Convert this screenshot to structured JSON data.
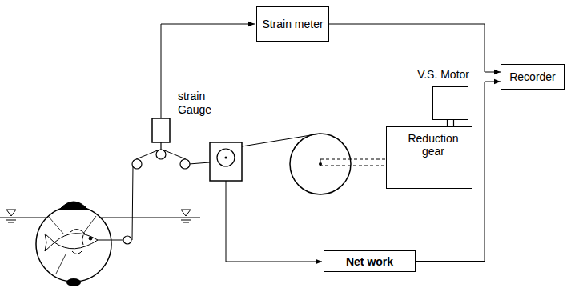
{
  "diagram": {
    "nodes": [
      {
        "text": [
          "Strain meter"
        ]
      },
      {
        "text": [
          "Recorder"
        ]
      },
      {
        "text": [
          "V.S. Motor"
        ]
      },
      {
        "text": [
          "Reduction gear"
        ]
      },
      {
        "text": [
          "Net work"
        ]
      }
    ],
    "edges": [
      {
        "from": 0,
        "to": 1,
        "arrow": "to"
      },
      {
        "from": 4,
        "to": 1,
        "arrow": "to"
      },
      {
        "from": 2,
        "to": 3,
        "arrow": "none"
      }
    ],
    "labels": [
      "strain Gauge"
    ]
  }
}
